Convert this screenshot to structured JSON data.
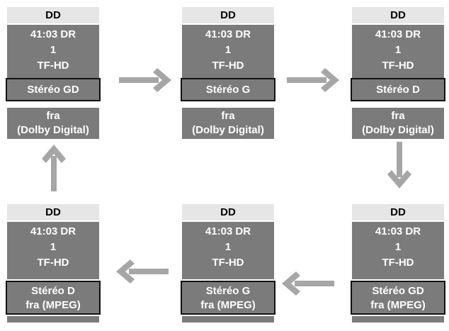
{
  "panels": [
    {
      "head": "DD",
      "time": "41:03 DR",
      "num": "1",
      "channel": "TF-HD",
      "audio": "Stéréo GD",
      "lang1": "fra",
      "lang2": "(Dolby Digital)"
    },
    {
      "head": "DD",
      "time": "41:03 DR",
      "num": "1",
      "channel": "TF-HD",
      "audio": "Stéréo G",
      "lang1": "fra",
      "lang2": "(Dolby Digital)"
    },
    {
      "head": "DD",
      "time": "41:03 DR",
      "num": "1",
      "channel": "TF-HD",
      "audio": "Stéréo D",
      "lang1": "fra",
      "lang2": "(Dolby Digital)"
    },
    {
      "head": "DD",
      "time": "41:03 DR",
      "num": "1",
      "channel": "TF-HD",
      "audio": "Stéréo GD",
      "lang": "fra (MPEG)"
    },
    {
      "head": "DD",
      "time": "41:03 DR",
      "num": "1",
      "channel": "TF-HD",
      "audio": "Stéréo G",
      "lang": "fra (MPEG)"
    },
    {
      "head": "DD",
      "time": "41:03 DR",
      "num": "1",
      "channel": "TF-HD",
      "audio": "Stéréo D",
      "lang": "fra (MPEG)"
    }
  ],
  "colors": {
    "arrow": "#a6a6a6",
    "panel": "#7b7b7b",
    "header": "#e6e6e6",
    "outline": "#111111"
  }
}
